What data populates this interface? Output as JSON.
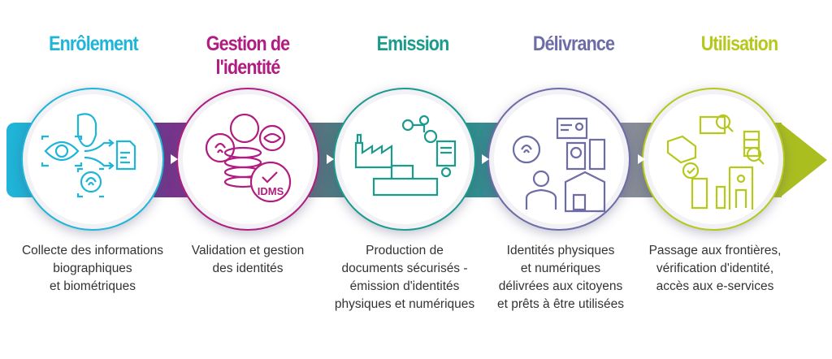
{
  "colors": {
    "enrolement": "#1fb5d9",
    "gestion": "#b01c80",
    "emission": "#1b9b8c",
    "delivrance": "#6e6ca6",
    "utilisation": "#b5c81b"
  },
  "steps": [
    {
      "title": "Enrôlement",
      "desc": [
        "Collecte des informations",
        "biographiques",
        "et biométriques"
      ],
      "icons": [
        "eye-scan-icon",
        "face-scan-icon",
        "fingerprint-icon",
        "document-icon"
      ]
    },
    {
      "title_lines": [
        "Gestion de",
        "l'identité"
      ],
      "desc": [
        "Validation et gestion",
        "des identités"
      ],
      "badge": "IDMS",
      "icons": [
        "database-icon",
        "fingerprint-icon",
        "face-icon",
        "eye-icon",
        "check-icon"
      ]
    },
    {
      "title": "Emission",
      "desc": [
        "Production de",
        "documents sécurisés -",
        "émission d'identités",
        "physiques et numériques"
      ],
      "icons": [
        "factory-icon",
        "gears-icon",
        "certificate-icon",
        "printer-icon"
      ]
    },
    {
      "title": "Délivrance",
      "desc": [
        "Identités physiques",
        "et numériques",
        "délivrées aux citoyens",
        "et prêts à être utilisées"
      ],
      "icons": [
        "id-card-icon",
        "fingerprint-icon",
        "passport-icon",
        "phone-wallet-icon",
        "person-icon",
        "warehouse-icon"
      ]
    },
    {
      "title": "Utilisation",
      "desc": [
        "Passage aux frontières,",
        "vérification d'identité,",
        "accès aux e-services"
      ],
      "icons": [
        "id-search-icon",
        "card-reader-icon",
        "server-search-icon",
        "phone-check-icon",
        "border-gate-icon"
      ]
    }
  ]
}
